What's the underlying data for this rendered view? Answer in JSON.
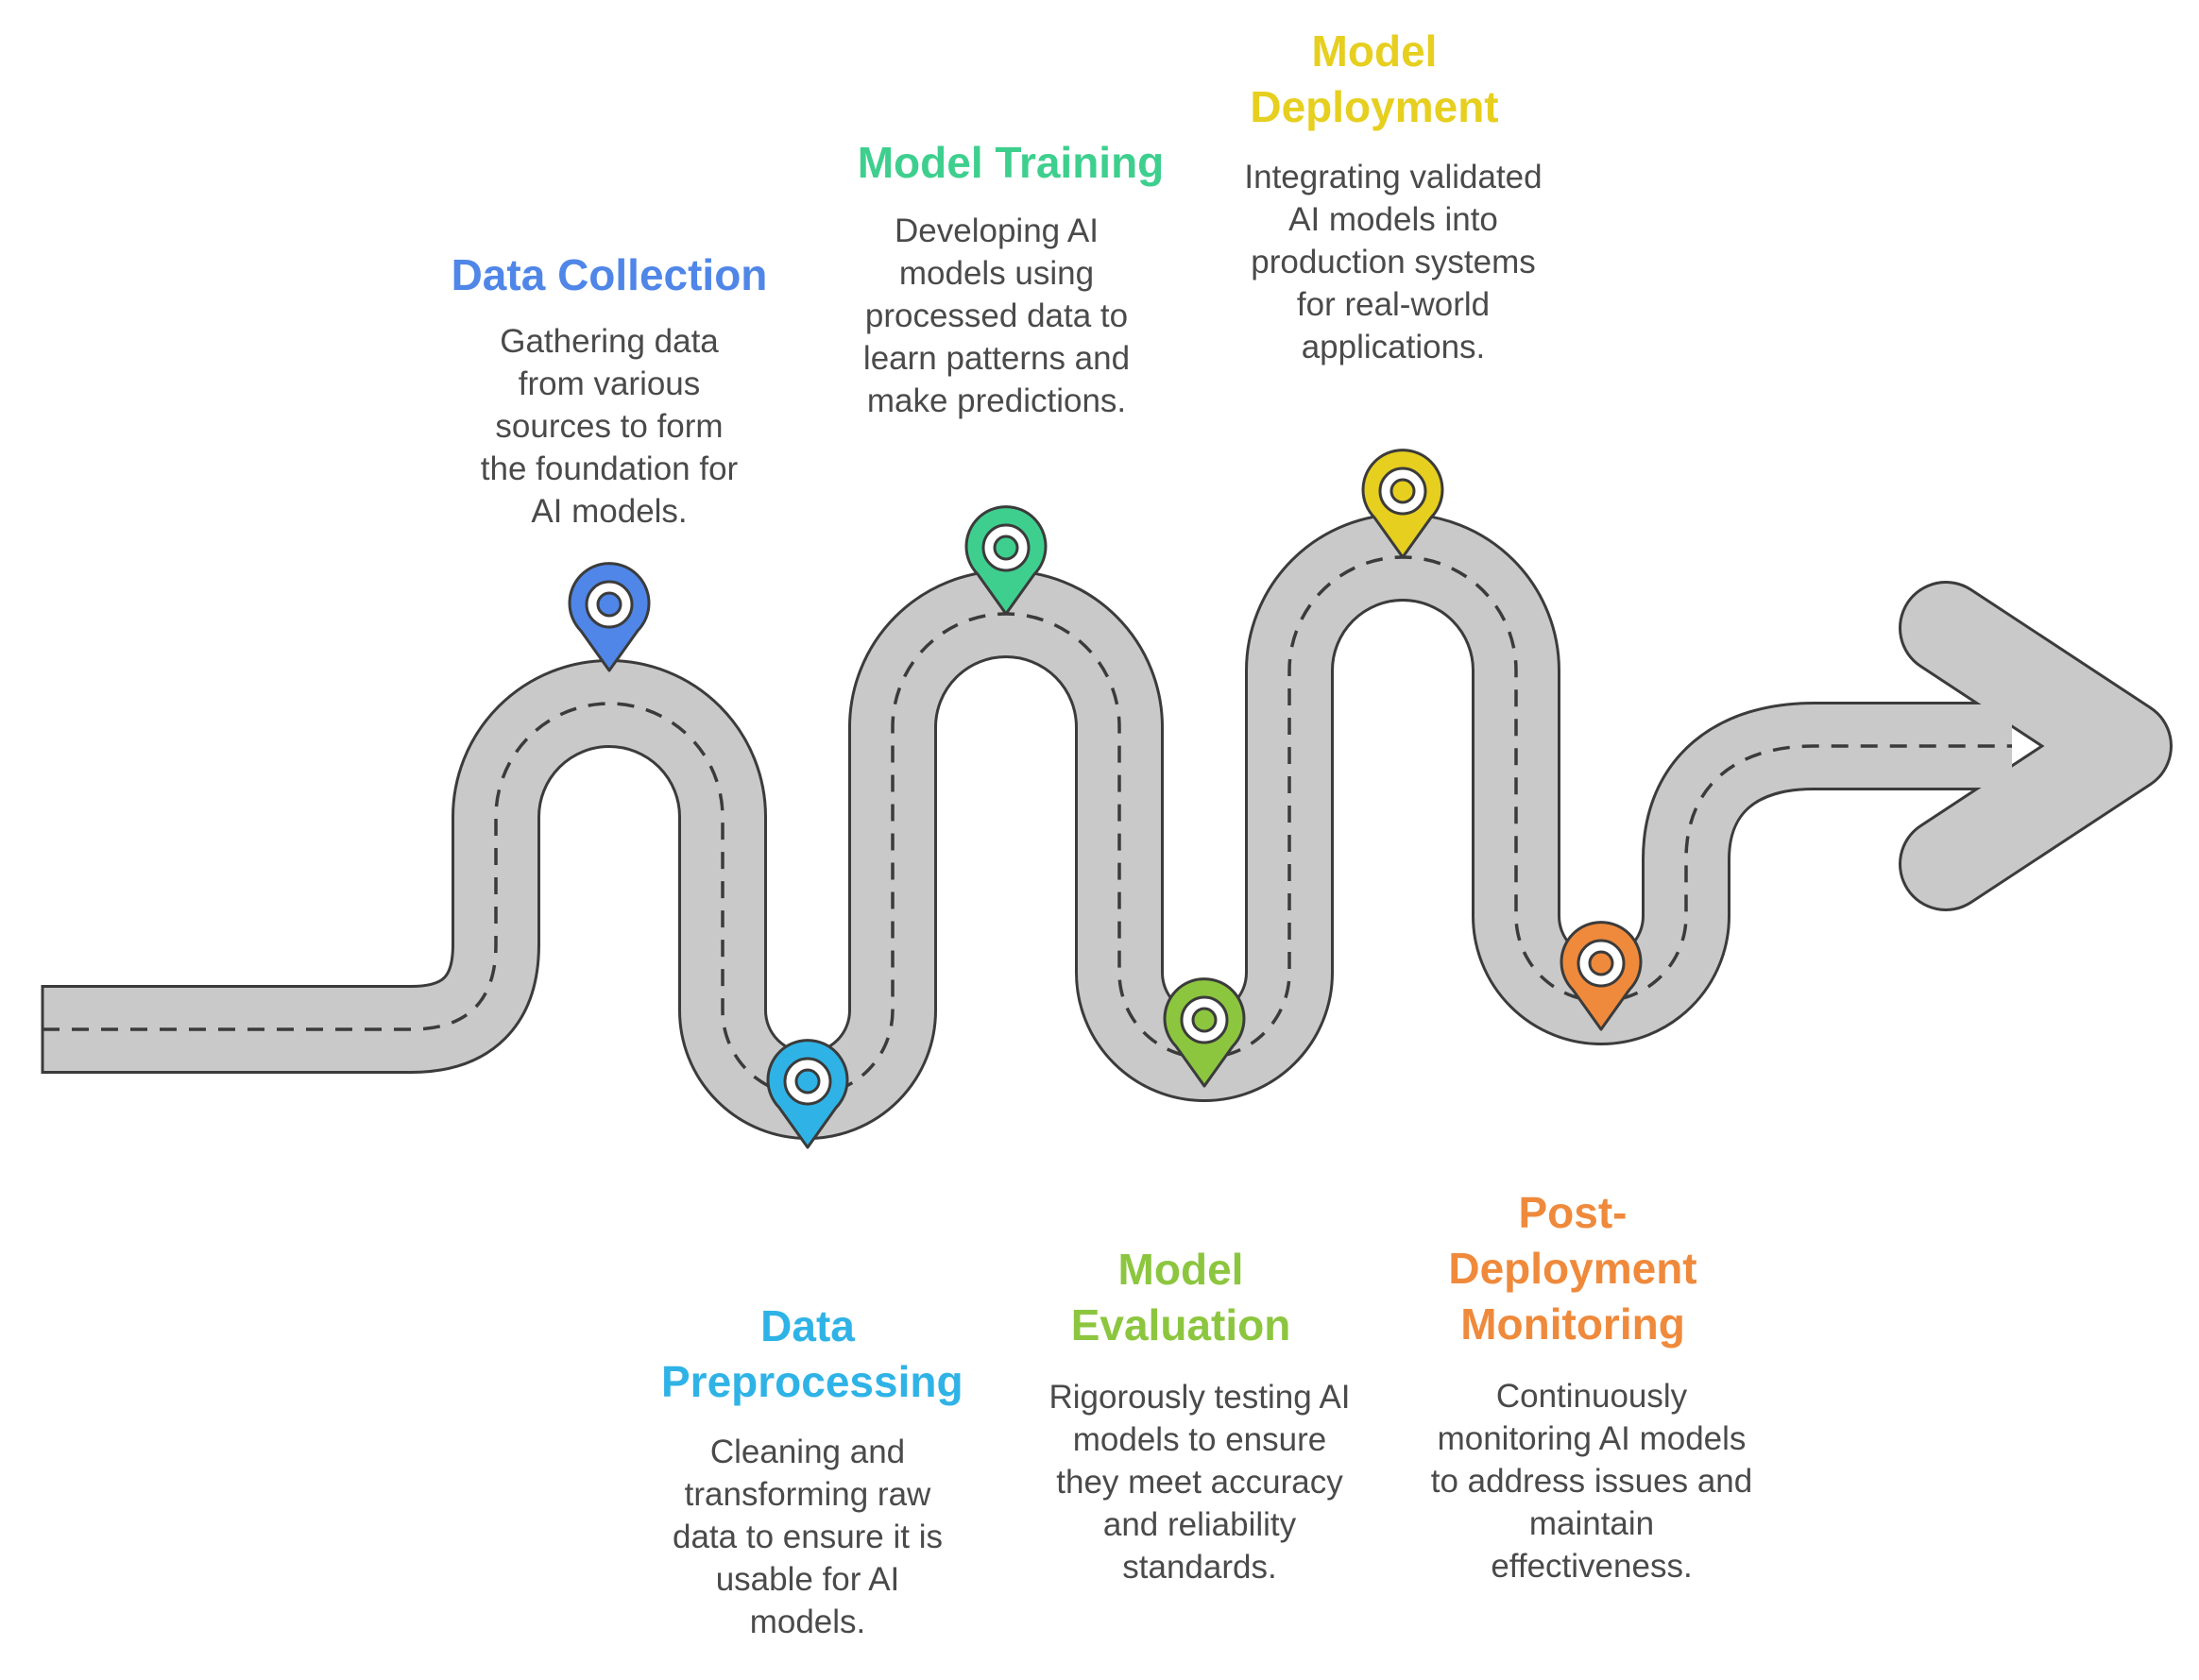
{
  "steps": [
    {
      "title": "Data Collection",
      "description": "Gathering data from various sources to form the foundation for AI models.",
      "color": "#4f86e8"
    },
    {
      "title": "Data Preprocessing",
      "description": "Cleaning and transforming raw data to ensure it is usable for AI models.",
      "color": "#2fb3e6"
    },
    {
      "title": "Model Training",
      "description": "Developing AI models using processed data to learn patterns and make predictions.",
      "color": "#3ecf8e"
    },
    {
      "title": "Model Evaluation",
      "description": "Rigorously testing AI models to ensure they meet accuracy and reliability standards.",
      "color": "#8cc63f"
    },
    {
      "title": "Model Deployment",
      "description": "Integrating validated AI models into production systems for real-world applications.",
      "color": "#e6cf1f"
    },
    {
      "title": "Post-Deployment Monitoring",
      "description": "Continuously monitoring AI models to address issues and maintain effectiveness.",
      "color": "#ef8a3c"
    }
  ],
  "road": {
    "fill_color": "#c9c9c9",
    "outline_color": "#3b3b3b"
  }
}
